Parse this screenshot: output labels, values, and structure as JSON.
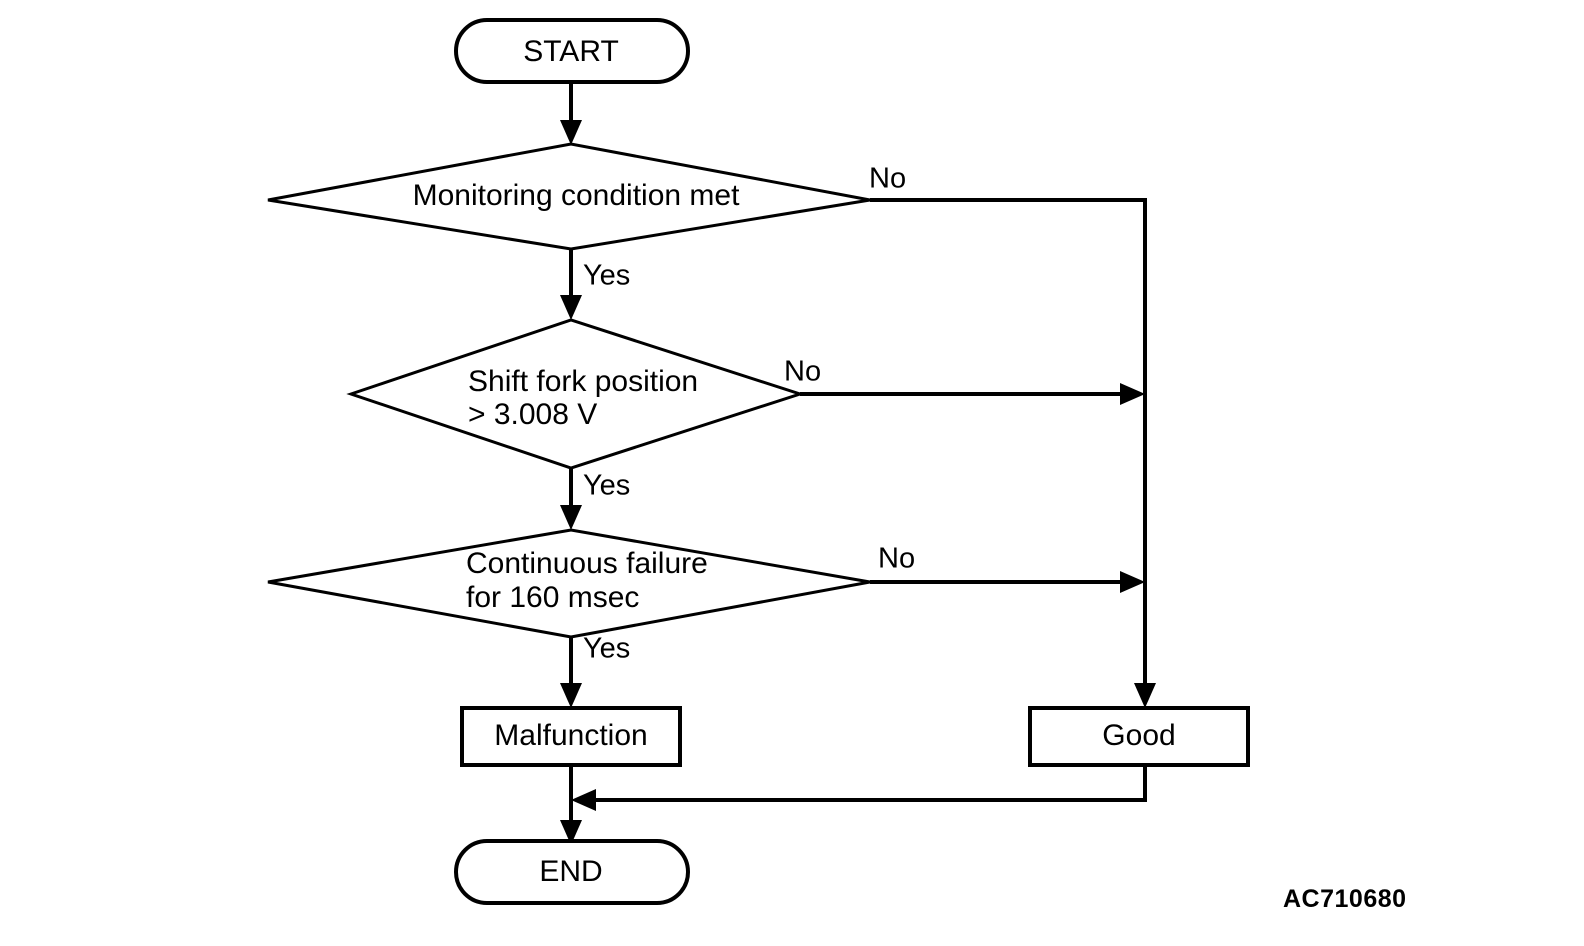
{
  "diagram": {
    "type": "flowchart",
    "figure_code": "AC710680",
    "nodes": [
      {
        "id": "start",
        "shape": "terminator",
        "label": "START"
      },
      {
        "id": "d1",
        "shape": "decision",
        "label": "Monitoring condition met"
      },
      {
        "id": "d2",
        "shape": "decision",
        "label_line1": "Shift fork position",
        "label_line2": "> 3.008 V"
      },
      {
        "id": "d3",
        "shape": "decision",
        "label_line1": "Continuous failure",
        "label_line2": "for 160 msec"
      },
      {
        "id": "malfunction",
        "shape": "process",
        "label": "Malfunction"
      },
      {
        "id": "good",
        "shape": "process",
        "label": "Good"
      },
      {
        "id": "end",
        "shape": "terminator",
        "label": "END"
      }
    ],
    "edge_labels": {
      "d1_no": "No",
      "d1_yes": "Yes",
      "d2_no": "No",
      "d2_yes": "Yes",
      "d3_no": "No",
      "d3_yes": "Yes"
    },
    "edges": [
      {
        "from": "start",
        "to": "d1",
        "label": ""
      },
      {
        "from": "d1",
        "to": "d2",
        "label": "Yes"
      },
      {
        "from": "d1",
        "to": "good",
        "label": "No"
      },
      {
        "from": "d2",
        "to": "d3",
        "label": "Yes"
      },
      {
        "from": "d2",
        "to": "good",
        "label": "No"
      },
      {
        "from": "d3",
        "to": "malfunction",
        "label": "Yes"
      },
      {
        "from": "d3",
        "to": "good",
        "label": "No"
      },
      {
        "from": "malfunction",
        "to": "end",
        "label": ""
      },
      {
        "from": "good",
        "to": "end",
        "label": ""
      }
    ],
    "colors": {
      "stroke": "#000000",
      "fill": "#ffffff",
      "background": "#ffffff"
    }
  }
}
